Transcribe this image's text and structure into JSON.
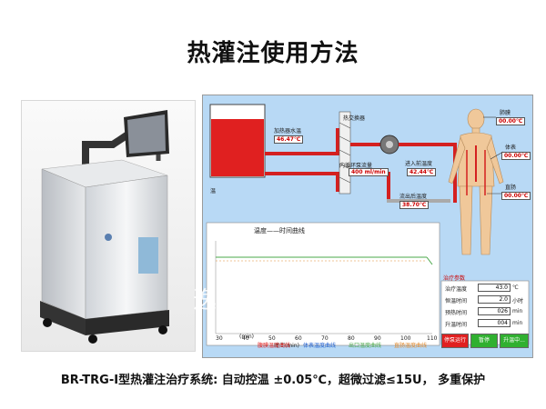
{
  "page": {
    "title": "热灌注使用方法",
    "caption": "BR-TRG-I型热灌注治疗系统: 自动控温 ±0.05℃，超微过滤≤15U， 多重保护"
  },
  "ui": {
    "watermark": "逸仙妇瘤",
    "tank_label": "加热器水温",
    "tank_value": "46.47℃",
    "tank_side": "温",
    "heat_exchanger": "热交换器",
    "flow_label": "内循环泵流量",
    "flow_value": "400",
    "flow_unit": "ml/min",
    "inlet_label": "进入前温度",
    "inlet_value": "42.44℃",
    "outlet_label": "流出后温度",
    "outlet_value": "38.70℃",
    "body_labels": {
      "abdomen": "肺膜",
      "abdomen_value": "00.00℃",
      "body": "体表",
      "body_value": "00.00℃",
      "rectum": "直肠",
      "rectum_value": "00.00℃"
    },
    "chart_title": "温度——时间曲线",
    "x_axis_label": "时间(min)",
    "x_ticks": [
      "30",
      "40",
      "50",
      "60",
      "70",
      "80",
      "90",
      "100",
      "110"
    ],
    "x_unit": "(min)",
    "legend": [
      "腹膜温度曲线",
      "体表温度曲线",
      "出口温度曲线",
      "直肠温度曲线"
    ],
    "params_title": "治疗参数",
    "params": [
      {
        "label": "治疗温度",
        "value": "43.0",
        "unit": "℃"
      },
      {
        "label": "恒温时间",
        "value": "2.0",
        "unit": "小时"
      },
      {
        "label": "预热时间",
        "value": "026",
        "unit": "min"
      },
      {
        "label": "升温时间",
        "value": "004",
        "unit": "min"
      }
    ],
    "buttons": {
      "stop": "停泵运行",
      "pause": "暂停",
      "warm": "升温中..."
    }
  },
  "colors": {
    "tank": "#e02020",
    "pipe_red": "#d42020",
    "panel_bg": "#b8d9f5",
    "chart_bg": "#ffffff"
  }
}
